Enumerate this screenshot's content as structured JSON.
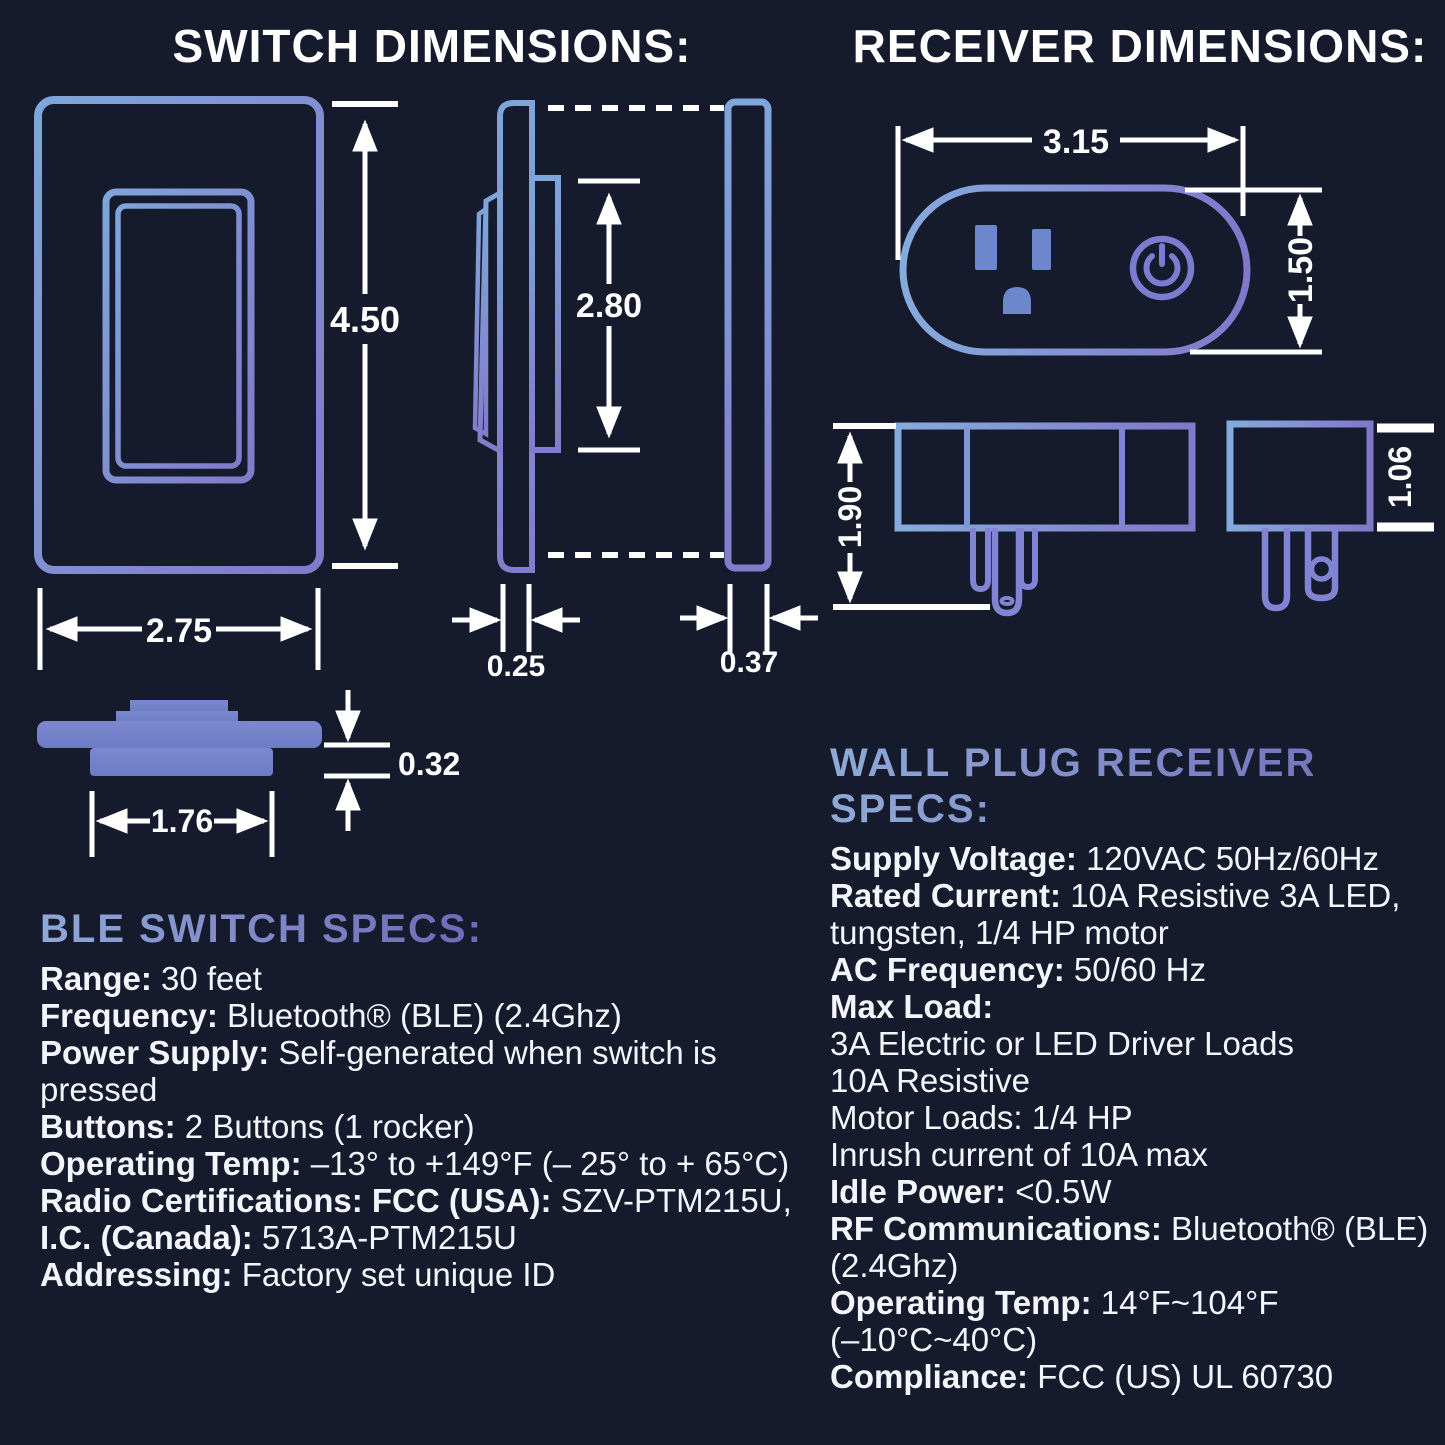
{
  "titles": {
    "switch": "SWITCH DIMENSIONS:",
    "receiver": "RECEIVER DIMENSIONS:"
  },
  "colors": {
    "background": "#151b2c",
    "line_blue": "#7ea6da",
    "line_purple": "#8379c9",
    "fill_periwinkle": "#7c89d1",
    "dimension_white": "#ffffff",
    "heading_gradient_start": "#8fa9d6",
    "heading_gradient_end": "#6f68b6"
  },
  "icons": {
    "power_button": "power-icon",
    "outlet_face": "outlet-icon"
  },
  "dimensions": {
    "switch_front_height": "4.50",
    "switch_front_width": "2.75",
    "switch_side_height": "2.80",
    "switch_side_plate_depth": "0.25",
    "switch_side_box_depth": "0.37",
    "switch_profile_depth": "0.32",
    "switch_profile_width": "1.76",
    "receiver_width": "3.15",
    "receiver_height": "1.50",
    "receiver_depth": "1.90",
    "receiver_side_height": "1.06"
  },
  "switch_specs": {
    "heading": "BLE SWITCH SPECS:",
    "lines": [
      {
        "label": "Range:",
        "value": " 30 feet"
      },
      {
        "label": "Frequency:",
        "value": " Bluetooth® (BLE) (2.4Ghz)"
      },
      {
        "label": "Power Supply:",
        "value": " Self-generated when switch is"
      },
      {
        "label": "",
        "value": "pressed"
      },
      {
        "label": "Buttons:",
        "value": " 2 Buttons (1 rocker)"
      },
      {
        "label": "Operating Temp:",
        "value": " –13° to +149°F (– 25° to + 65°C)"
      },
      {
        "label": "Radio Certifications: FCC (USA):",
        "value": " SZV-PTM215U,"
      },
      {
        "label": "I.C. (Canada):",
        "value": " 5713A-PTM215U"
      },
      {
        "label": "Addressing:",
        "value": " Factory set unique ID"
      }
    ]
  },
  "receiver_specs": {
    "heading": "WALL PLUG RECEIVER SPECS:",
    "lines": [
      {
        "label": "Supply Voltage:",
        "value": " 120VAC 50Hz/60Hz"
      },
      {
        "label": "Rated Current:",
        "value": " 10A Resistive 3A LED,"
      },
      {
        "label": "",
        "value": "tungsten, 1/4 HP motor"
      },
      {
        "label": "AC Frequency:",
        "value": " 50/60 Hz"
      },
      {
        "label": "Max Load:",
        "value": ""
      },
      {
        "label": "",
        "value": "3A Electric or LED Driver Loads"
      },
      {
        "label": "",
        "value": "10A Resistive"
      },
      {
        "label": "",
        "value": "Motor Loads: 1/4 HP"
      },
      {
        "label": "",
        "value": "Inrush current of 10A max"
      },
      {
        "label": "Idle Power:",
        "value": " <0.5W"
      },
      {
        "label": "RF Communications:",
        "value": " Bluetooth® (BLE)"
      },
      {
        "label": "",
        "value": "(2.4Ghz)"
      },
      {
        "label": "Operating Temp:",
        "value": " 14°F~104°F"
      },
      {
        "label": "",
        "value": "(–10°C~40°C)"
      },
      {
        "label": "Compliance:",
        "value": " FCC (US) UL 60730"
      }
    ]
  }
}
